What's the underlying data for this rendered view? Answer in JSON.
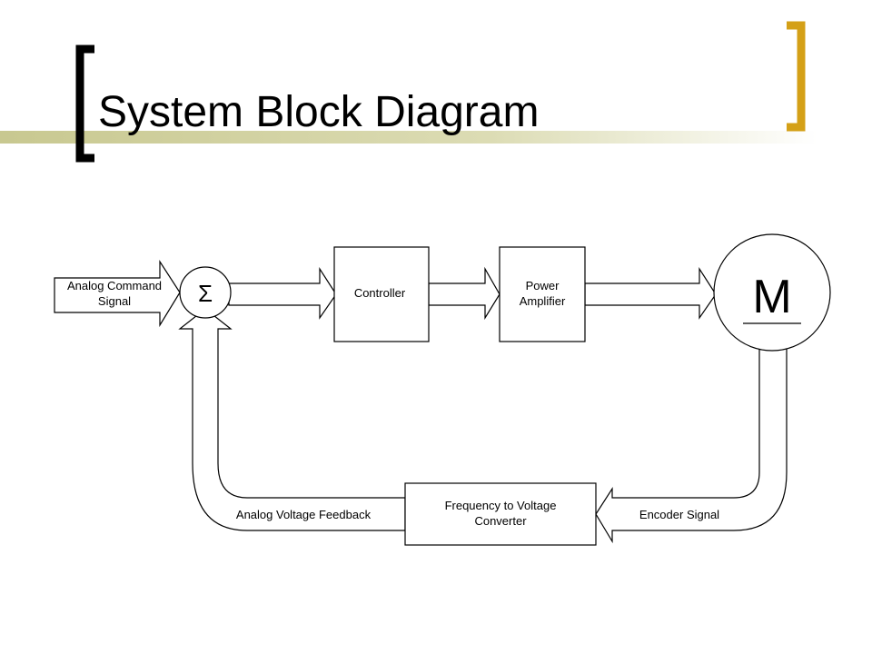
{
  "slide": {
    "title": "System Block Diagram",
    "accent_color": "#D4A017",
    "bar_color": "#C8C890",
    "bracket_color": "#000000"
  },
  "diagram": {
    "input_label_line1": "Analog Command",
    "input_label_line2": "Signal",
    "summing_symbol": "Σ",
    "controller_label": "Controller",
    "amplifier_label_line1": "Power",
    "amplifier_label_line2": "Amplifier",
    "motor_label": "M",
    "converter_label_line1": "Frequency to Voltage",
    "converter_label_line2": "Converter",
    "encoder_label": "Encoder Signal",
    "feedback_label": "Analog Voltage Feedback"
  }
}
